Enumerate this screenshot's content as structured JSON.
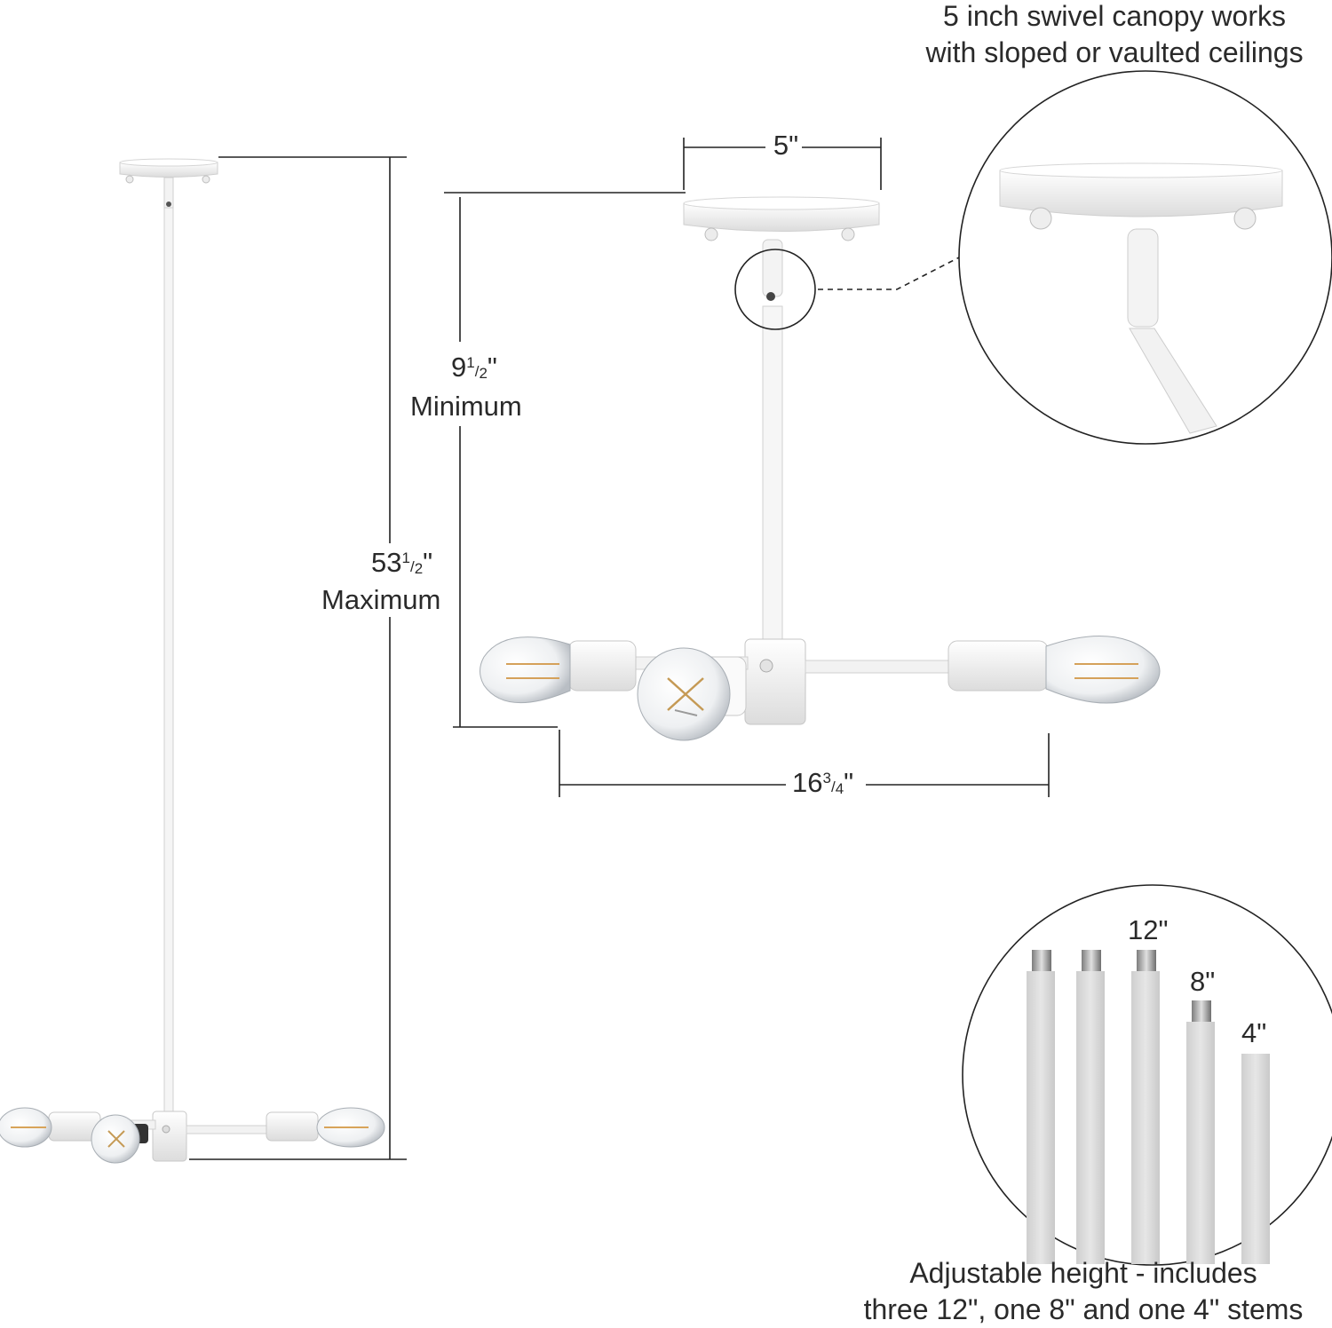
{
  "annotations": {
    "canopy_title_line1": "5 inch swivel canopy works",
    "canopy_title_line2": "with sloped or vaulted ceilings",
    "canopy_width": "5\"",
    "min_height_whole": "9",
    "min_height_num": "1",
    "min_height_den": "2",
    "min_height_mark": "\"",
    "min_label": "Minimum",
    "max_height_whole": "53",
    "max_height_num": "1",
    "max_height_den": "2",
    "max_height_mark": "\"",
    "max_label": "Maximum",
    "span_whole": "16",
    "span_num": "3",
    "span_den": "4",
    "span_mark": "\"",
    "stem_12": "12\"",
    "stem_8": "8\"",
    "stem_4": "4\"",
    "stems_line1": "Adjustable height - includes",
    "stems_line2": "three 12\", one 8\" and one 4\" stems"
  },
  "colors": {
    "fixture_white": "#f4f4f4",
    "fixture_shade": "#d9d9d9",
    "line": "#222222",
    "stem_gray": "#d6d6d6"
  }
}
